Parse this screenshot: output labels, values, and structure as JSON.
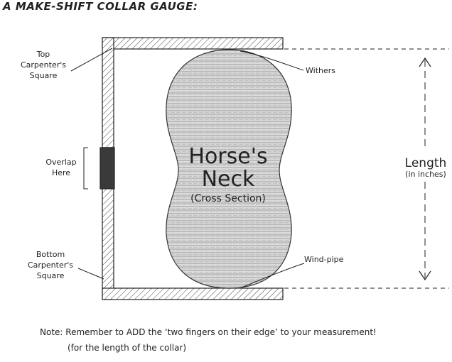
{
  "title": "A MAKE-SHIFT COLLAR GAUGE:",
  "labels": {
    "top_square": [
      "Top",
      "Carpenter's",
      "Square"
    ],
    "overlap": [
      "Overlap",
      "Here"
    ],
    "bottom_square": [
      "Bottom",
      "Carpenter's",
      "Square"
    ],
    "withers": "Withers",
    "windpipe": "Wind-pipe",
    "neck": [
      "Horse's",
      "Neck",
      "(Cross Section)"
    ],
    "length": "Length",
    "length_unit": "(in inches)"
  },
  "note": {
    "line1": "Note: Remember to ADD the ‘two fingers on their edge’ to your measurement!",
    "line2": "(for the length of the collar)"
  },
  "colors": {
    "ink": "#222222",
    "overlap_fill": "#3a3a3a",
    "neck_fill": "#d6d6d6"
  }
}
